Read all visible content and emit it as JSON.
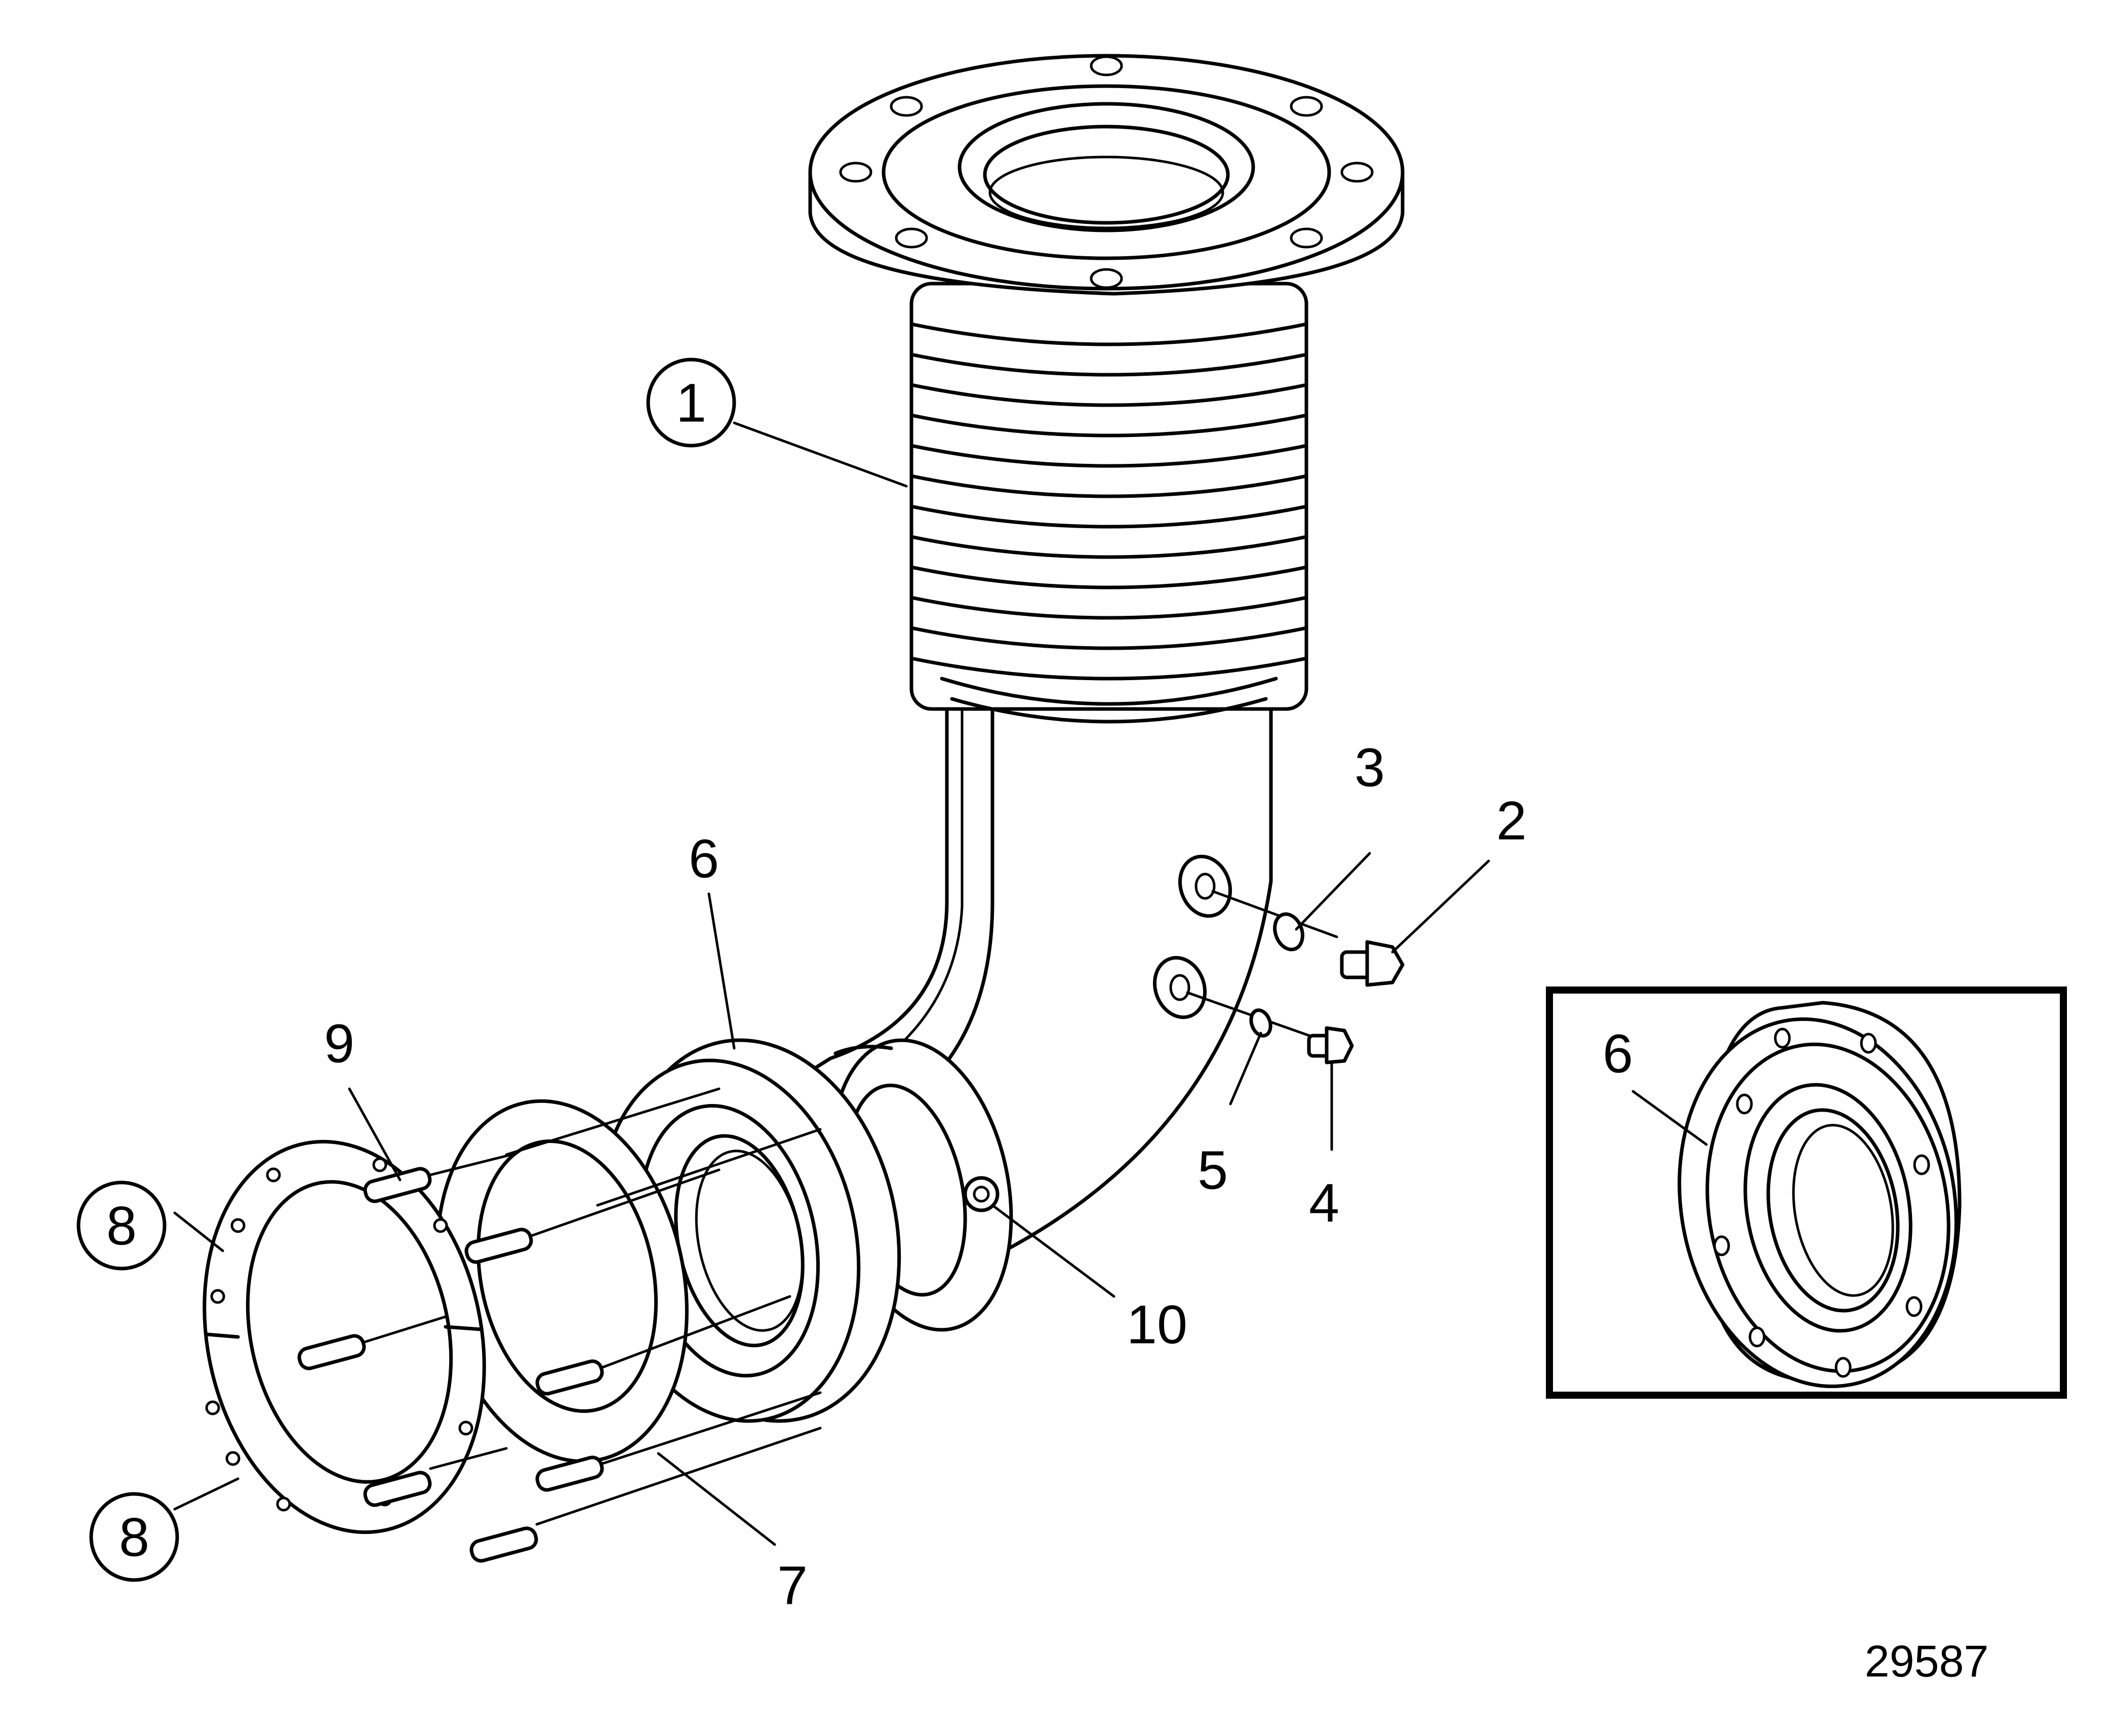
{
  "labels": {
    "l1": "1",
    "l2": "2",
    "l3": "3",
    "l4": "4",
    "l5": "5",
    "l6": "6",
    "l7": "7",
    "l8a": "8",
    "l8b": "8",
    "l9": "9",
    "l10": "10",
    "inset6": "6"
  },
  "drawing_number": "29587"
}
